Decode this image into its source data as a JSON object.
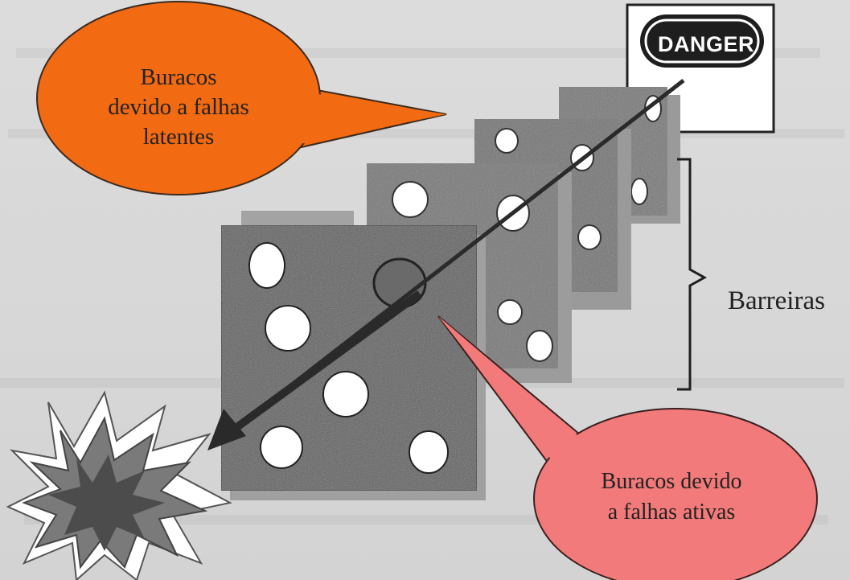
{
  "diagram": {
    "sign": {
      "text": "DANGER"
    },
    "callouts": {
      "latent": {
        "lines": [
          "Buracos",
          "devido a falhas",
          "latentes"
        ],
        "color": "#f26a12"
      },
      "active": {
        "lines": [
          "Buracos devido",
          "a falhas ativas"
        ],
        "color": "#f27a7a"
      }
    },
    "brace_label": "Barreiras",
    "colors": {
      "slab": "#747474",
      "slab_front": "#5e5e5e",
      "shadow": "#9a9a9a",
      "hole": "#ffffff",
      "arrow": "#2a2a2a",
      "explosion": "#6a6a6a",
      "background": "#d8d8d8"
    },
    "icons": [
      "danger-sign-icon",
      "explosion-icon",
      "trajectory-arrow-icon",
      "brace-icon"
    ]
  }
}
